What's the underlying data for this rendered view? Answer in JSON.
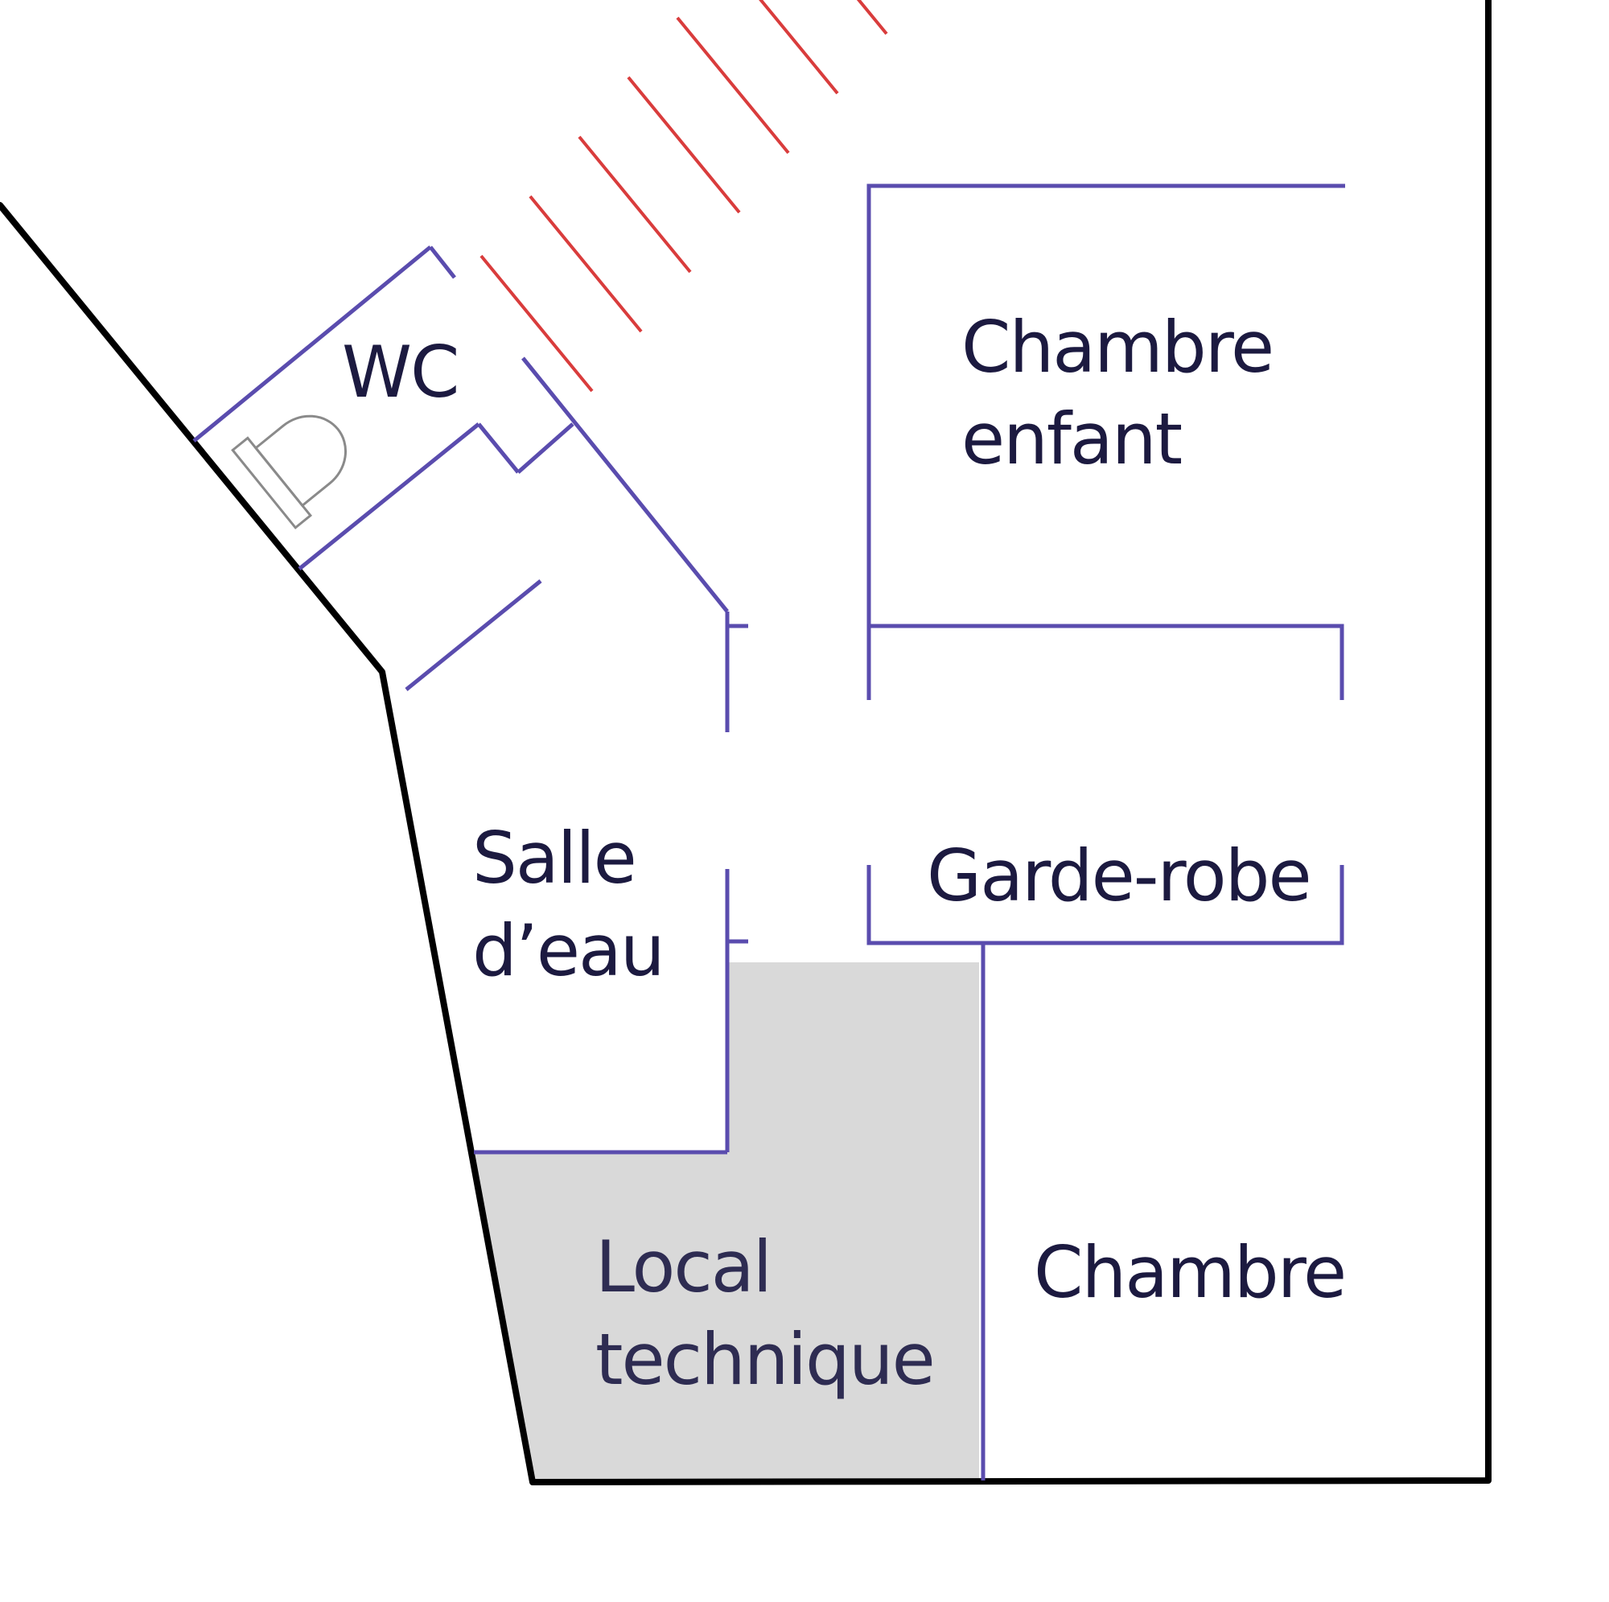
{
  "rooms": {
    "wc": "WC",
    "chambre_enfant_line1": "Chambre",
    "chambre_enfant_line2": "enfant",
    "salle_eau_line1": "Salle",
    "salle_eau_line2": "d’eau",
    "garde_robe": "Garde-robe",
    "local_technique_line1": "Local",
    "local_technique_line2": "technique",
    "chambre": "Chambre"
  },
  "colors": {
    "outer_wall": "#000000",
    "inner_wall": "#5a4cae",
    "staircase": "#d93c3c",
    "technical_room_fill": "#d9d9d9",
    "label_text": "#1c1a40",
    "toilet_outline": "#8a8a8a"
  },
  "icons": [
    "toilet-icon",
    "staircase"
  ]
}
